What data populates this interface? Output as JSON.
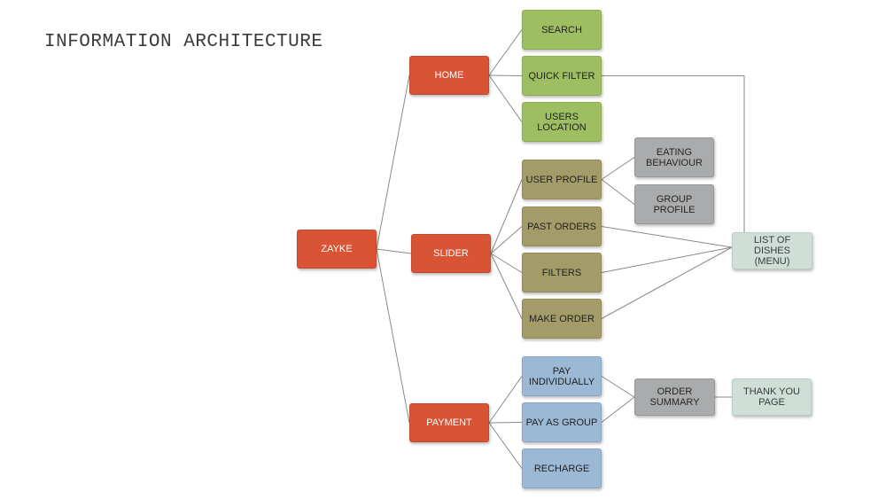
{
  "title": "INFORMATION ARCHITECTURE",
  "nodes": {
    "zayke": "ZAYKE",
    "home": "HOME",
    "slider": "SLIDER",
    "payment": "PAYMENT",
    "search": "SEARCH",
    "quick_filter": "QUICK FILTER",
    "users_location": "USERS LOCATION",
    "user_profile": "USER PROFILE",
    "past_orders": "PAST ORDERS",
    "filters": "FILTERS",
    "make_order": "MAKE ORDER",
    "eating_behaviour": "EATING\nBEHAVIOUR",
    "group_profile": "GROUP PROFILE",
    "list_of_dishes": "LIST OF DISHES\n(MENU)",
    "pay_individually": "PAY\nINDIVIDUALLY",
    "pay_as_group": "PAY AS GROUP",
    "recharge": "RECHARGE",
    "order_summary": "ORDER\nSUMMARY",
    "thank_you_page": "THANK YOU\nPAGE"
  },
  "colors": {
    "level1": "#d95434",
    "home_children": "#9dbf61",
    "slider_children": "#a49c68",
    "payment_children": "#9bb8d5",
    "secondary": "#a9abac",
    "terminal": "#cfded6",
    "connector": "#8a8a8a"
  }
}
